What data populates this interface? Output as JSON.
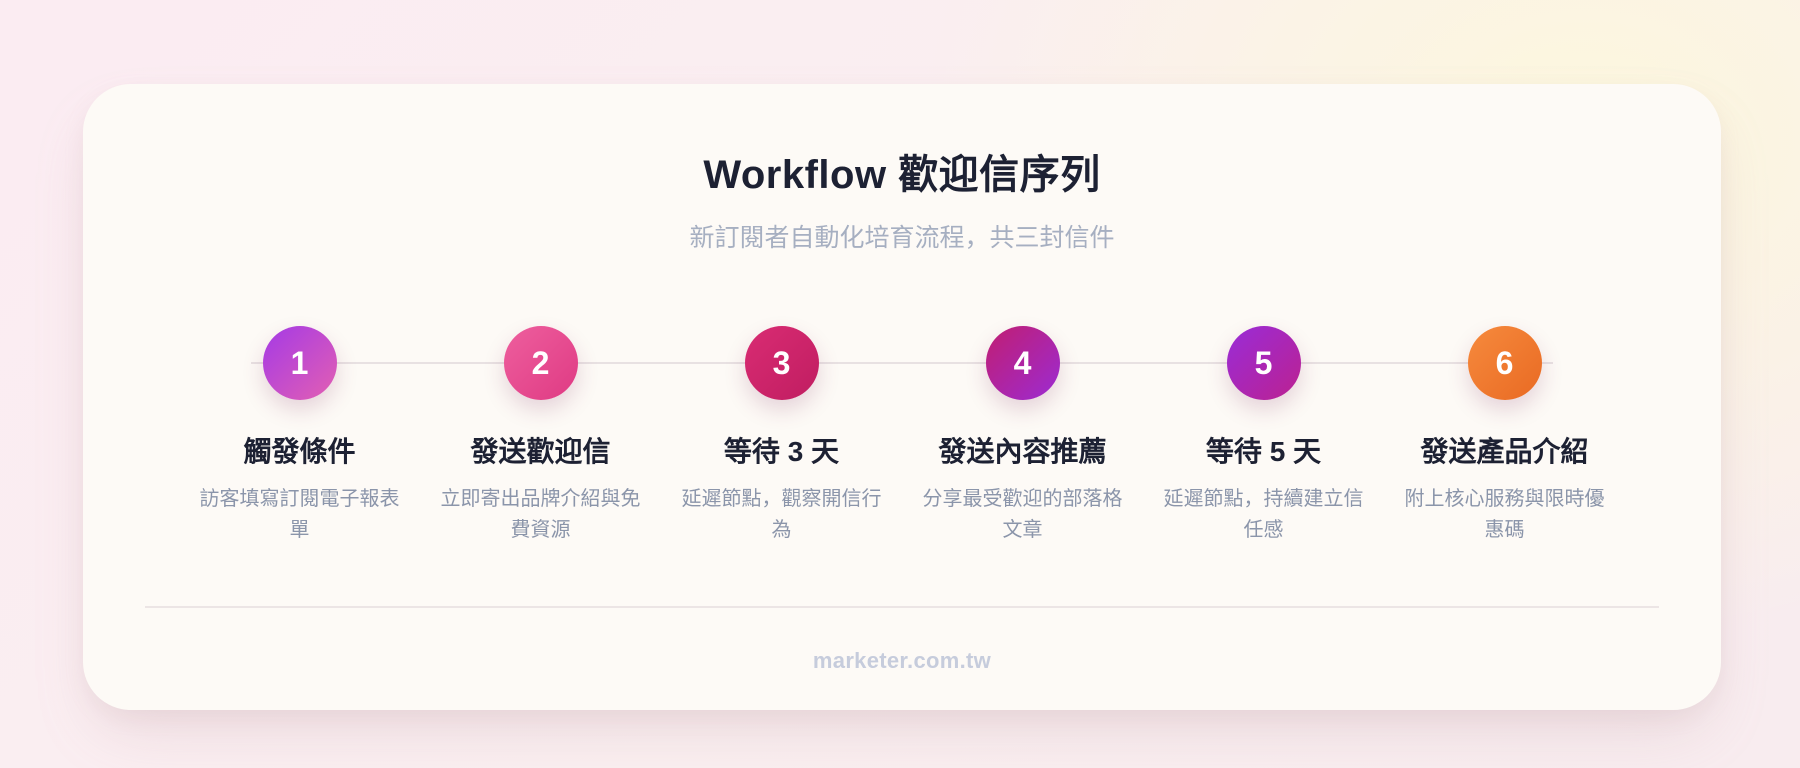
{
  "header": {
    "title": "Workflow 歡迎信序列",
    "subtitle": "新訂閱者自動化培育流程，共三封信件"
  },
  "steps": [
    {
      "number": "1",
      "label": "觸發條件",
      "description": "訪客填寫訂閱電子報表單",
      "gradient_from": "#a43ae6",
      "gradient_to": "#e35fb2"
    },
    {
      "number": "2",
      "label": "發送歡迎信",
      "description": "立即寄出品牌介紹與免費資源",
      "gradient_from": "#ee5f9e",
      "gradient_to": "#df3a83"
    },
    {
      "number": "3",
      "label": "等待 3 天",
      "description": "延遲節點，觀察開信行為",
      "gradient_from": "#d92c73",
      "gradient_to": "#c01d61"
    },
    {
      "number": "4",
      "label": "發送內容推薦",
      "description": "分享最受歡迎的部落格文章",
      "gradient_from": "#c11e71",
      "gradient_to": "#9c2bd3"
    },
    {
      "number": "5",
      "label": "等待 5 天",
      "description": "延遲節點，持續建立信任感",
      "gradient_from": "#992cd8",
      "gradient_to": "#bc2190"
    },
    {
      "number": "6",
      "label": "發送產品介紹",
      "description": "附上核心服務與限時優惠碼",
      "gradient_from": "#f68a3d",
      "gradient_to": "#e96a23"
    }
  ],
  "footer": {
    "watermark": "marketer.com.tw"
  },
  "colors": {
    "card_background": "#fdfaf6",
    "title_text": "#1d2133",
    "subtitle_text": "#a6afc1",
    "description_text": "#8b95aa",
    "connector_line": "#e8e1e2",
    "footer_text": "#c6ccdc",
    "background_pink": "#fbecf2",
    "background_yellow": "#fcf7dd"
  }
}
